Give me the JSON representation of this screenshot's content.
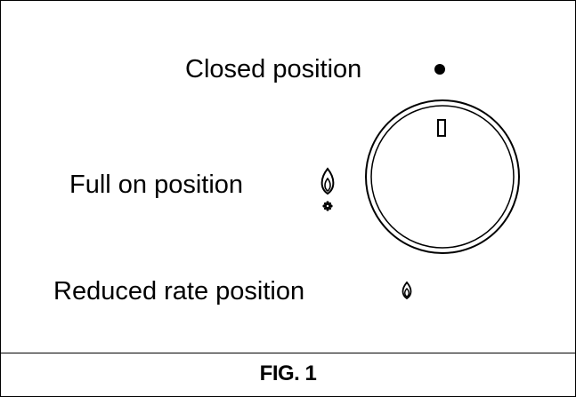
{
  "labels": {
    "closed": "Closed position",
    "full_on": "Full on position",
    "reduced": "Reduced rate position"
  },
  "caption": "FIG. 1",
  "icons": {
    "closed": "filled-dot-icon",
    "full_on": "large-flame-icon",
    "reduced": "small-flame-icon",
    "knob_marker": "knob-indicator-mark"
  },
  "colors": {
    "ink": "#000000",
    "background": "#ffffff"
  }
}
